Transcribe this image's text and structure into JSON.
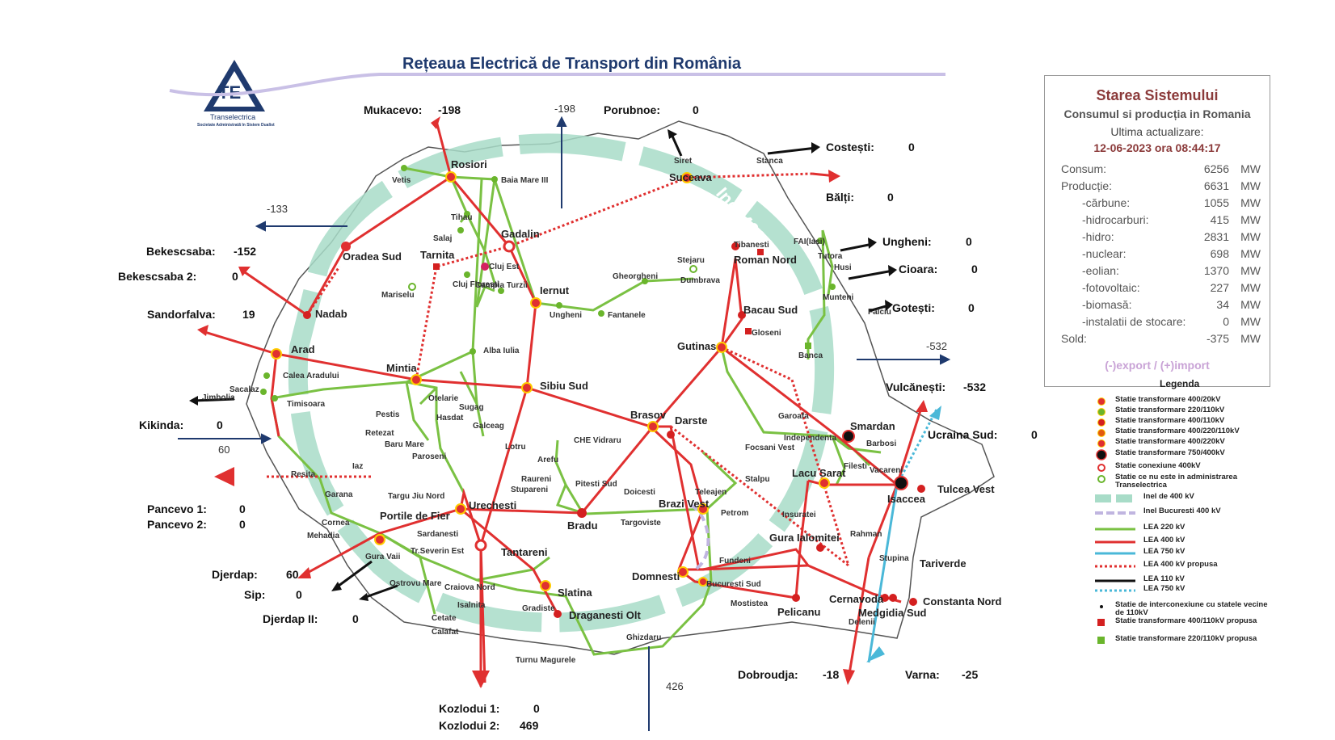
{
  "title": "Rețeaua Electrică de Transport din România",
  "logo": {
    "name": "Transelectrica",
    "subtitle": "Societate Administrată în Sistem Dualist"
  },
  "status": {
    "heading": "Starea Sistemului",
    "subheading": "Consumul si producția in Romania",
    "updated_label": "Ultima actualizare:",
    "updated_value": "12-06-2023 ora 08:44:17",
    "rows": [
      {
        "label": "Consum:",
        "value": "6256",
        "unit": "MW",
        "indent": false
      },
      {
        "label": "Producție:",
        "value": "6631",
        "unit": "MW",
        "indent": false
      },
      {
        "label": "-cărbune:",
        "value": "1055",
        "unit": "MW",
        "indent": true
      },
      {
        "label": "-hidrocarburi:",
        "value": "415",
        "unit": "MW",
        "indent": true
      },
      {
        "label": "-hidro:",
        "value": "2831",
        "unit": "MW",
        "indent": true
      },
      {
        "label": "-nuclear:",
        "value": "698",
        "unit": "MW",
        "indent": true
      },
      {
        "label": "-eolian:",
        "value": "1370",
        "unit": "MW",
        "indent": true
      },
      {
        "label": "-fotovoltaic:",
        "value": "227",
        "unit": "MW",
        "indent": true
      },
      {
        "label": "-biomasă:",
        "value": "34",
        "unit": "MW",
        "indent": true
      },
      {
        "label": "-instalatii de stocare:",
        "value": "0",
        "unit": "MW",
        "indent": true
      },
      {
        "label": "Sold:",
        "value": "-375",
        "unit": "MW",
        "indent": false
      }
    ],
    "footnote": "(-)export / (+)import"
  },
  "legend": {
    "title": "Legenda",
    "items": [
      {
        "label": "Statie transformare 400/20kV",
        "sym": "dot",
        "color": "#e03030"
      },
      {
        "label": "Statie transformare 220/110kV",
        "sym": "dot",
        "color": "#6ab52c"
      },
      {
        "label": "Statie transformare 400/110kV",
        "sym": "dot",
        "color": "#d42020"
      },
      {
        "label": "Statie transformare 400/220/110kV",
        "sym": "dot",
        "color": "#e25a10"
      },
      {
        "label": "Statie transformare 400/220kV",
        "sym": "dot",
        "color": "#e03030"
      },
      {
        "label": "Statie transformare 750/400kV",
        "sym": "bigdot",
        "color": "#111"
      },
      {
        "label": "Statie conexiune 400kV",
        "sym": "ring",
        "color": "#e03030"
      },
      {
        "label": "Statie ce nu este in administrarea Transelectrica",
        "sym": "ring",
        "color": "#6ab52c"
      },
      {
        "label": "Inel de 400 kV",
        "sym": "band",
        "color": "#a8dcc8"
      },
      {
        "label": "Inel Bucuresti 400 kV",
        "sym": "dash",
        "color": "#c0b5e0"
      },
      {
        "label": "LEA 220 kV",
        "sym": "line",
        "color": "#7ac143"
      },
      {
        "label": "LEA 400 kV",
        "sym": "line",
        "color": "#e03030"
      },
      {
        "label": "LEA 750 kV",
        "sym": "line",
        "color": "#4ab8d8"
      },
      {
        "label": "LEA 400 kV propusa",
        "sym": "dots",
        "color": "#e03030"
      },
      {
        "label": "LEA 110 kV",
        "sym": "line",
        "color": "#111"
      },
      {
        "label": "LEA 750 kV",
        "sym": "dots",
        "color": "#4ab8d8"
      },
      {
        "label": "Statie de interconexiune cu statele vecine de 110kV",
        "sym": "smalldot",
        "color": "#111"
      },
      {
        "label": "Statie transformare 400/110kV propusa",
        "sym": "square",
        "color": "#d42020"
      },
      {
        "label": "Statie transformare 220/110kV propusa",
        "sym": "square",
        "color": "#6ab52c"
      }
    ]
  },
  "flows": [
    {
      "id": "mukacevo",
      "label": "Mukacevo:",
      "value": "-198"
    },
    {
      "id": "porubnoe",
      "label": "Porubnoe:",
      "value": "0"
    },
    {
      "id": "costesti",
      "label": "Costești:",
      "value": "0"
    },
    {
      "id": "balti",
      "label": "Bălți:",
      "value": "0"
    },
    {
      "id": "ungheni",
      "label": "Ungheni:",
      "value": "0"
    },
    {
      "id": "cioara",
      "label": "Cioara:",
      "value": "0"
    },
    {
      "id": "gotesti",
      "label": "Gotești:",
      "value": "0"
    },
    {
      "id": "vulcanesti",
      "label": "Vulcănești:",
      "value": "-532"
    },
    {
      "id": "ucraina",
      "label": "Ucraina Sud:",
      "value": "0"
    },
    {
      "id": "bekescsaba",
      "label": "Bekescsaba:",
      "value": "-152"
    },
    {
      "id": "bekescsaba2",
      "label": "Bekescsaba 2:",
      "value": "0"
    },
    {
      "id": "sandorfalva",
      "label": "Sandorfalva:",
      "value": "19"
    },
    {
      "id": "kikinda",
      "label": "Kikinda:",
      "value": "0"
    },
    {
      "id": "pancevo1",
      "label": "Pancevo 1:",
      "value": "0"
    },
    {
      "id": "pancevo2",
      "label": "Pancevo 2:",
      "value": "0"
    },
    {
      "id": "djerdap",
      "label": "Djerdap:",
      "value": "60"
    },
    {
      "id": "sip",
      "label": "Sip:",
      "value": "0"
    },
    {
      "id": "djerdap2",
      "label": "Djerdap II:",
      "value": "0"
    },
    {
      "id": "kozlodui1",
      "label": "Kozlodui 1:",
      "value": "0"
    },
    {
      "id": "kozlodui2",
      "label": "Kozlodui 2:",
      "value": "469"
    },
    {
      "id": "dobroudja",
      "label": "Dobroudja:",
      "value": "-18"
    },
    {
      "id": "varna",
      "label": "Varna:",
      "value": "-25"
    }
  ],
  "border_totals": {
    "north": "-198",
    "northwest": "-133",
    "east": "-532",
    "west": "60",
    "south": "426"
  },
  "ring_label": "Inel 400 kV",
  "stations": {
    "rosiori": "Rosiori",
    "vetis": "Vetis",
    "baia_mare": "Baia Mare III",
    "tihau": "Tihau",
    "salaj": "Salaj",
    "gadalin": "Gadalin",
    "tarnita": "Tarnita",
    "cluj_est": "Cluj Est",
    "cluj_floresti": "Cluj Floresti",
    "campia_turzii": "Campia Turzii",
    "iernut": "Iernut",
    "mariselu": "Mariselu",
    "ungheni_st": "Ungheni",
    "fantanele": "Fantanele",
    "gheorgheni": "Gheorgheni",
    "stejaru": "Stejaru",
    "dumbrava": "Dumbrava",
    "suceava": "Suceava",
    "siret": "Siret",
    "stanca": "Stanca",
    "tibanesti": "Tibanesti",
    "roman_nord": "Roman Nord",
    "fai": "FAI(Iasi)",
    "tutora": "Tutora",
    "husi": "Husi",
    "munteni": "Munteni",
    "falciu": "Falciu",
    "bacau_sud": "Bacau Sud",
    "gloseni": "Gloseni",
    "gutinas": "Gutinas",
    "banca": "Banca",
    "oradea_sud": "Oradea Sud",
    "nadab": "Nadab",
    "arad": "Arad",
    "calea_aradului": "Calea Aradului",
    "sacalaz": "Sacalaz",
    "jimbolia": "Jimbolia",
    "timisoara": "Timisoara",
    "mintia": "Mintia",
    "alba_iulia": "Alba Iulia",
    "sibiu_sud": "Sibiu Sud",
    "otelarie": "Otelarie",
    "sugag": "Sugag",
    "pestis": "Pestis",
    "hasdat": "Hasdat",
    "galceag": "Galceag",
    "retezat": "Retezat",
    "baru_mare": "Baru Mare",
    "paroseni": "Paroseni",
    "lotru": "Lotru",
    "brasov": "Brasov",
    "darste": "Darste",
    "garoafa": "Garoafa",
    "smardan": "Smardan",
    "independenta": "Independenta",
    "focsani_vest": "Focsani Vest",
    "barbosi": "Barbosi",
    "filesti": "Filesti",
    "vacareni": "Vacareni",
    "isaccea": "Isaccea",
    "tulcea_vest": "Tulcea Vest",
    "lacu_sarat": "Lacu Sarat",
    "insuratei": "Insuratei",
    "resita": "Resita",
    "iaz": "Iaz",
    "garana": "Garana",
    "cornea": "Cornea",
    "mehadia": "Mehadia",
    "portile_fier": "Portile de Fier",
    "gura_vaii": "Gura Vaii",
    "tr_severin": "Tr.Severin Est",
    "sardanesti": "Sardanesti",
    "targu_jiu": "Targu Jiu Nord",
    "urechesti": "Urechesti",
    "che_vidraru": "CHE Vidraru",
    "arefu": "Arefu",
    "raureni": "Raureni",
    "stupareni": "Stupareni",
    "pitesti_sud": "Pitesti Sud",
    "bradu": "Bradu",
    "doicesti": "Doicesti",
    "targoviste": "Targoviste",
    "brazi_vest": "Brazi Vest",
    "teleajen": "Teleajen",
    "stalpu": "Stalpu",
    "petrom": "Petrom",
    "tantareni": "Tantareni",
    "ostrovu_mare": "Ostrovu Mare",
    "cetate": "Cetate",
    "calafat": "Calafat",
    "craiova_nord": "Craiova Nord",
    "isalnita": "Isalnita",
    "gradiste": "Gradiste",
    "slatina": "Slatina",
    "draganesti": "Draganesti Olt",
    "domnesti": "Domnesti",
    "fundeni": "Fundeni",
    "bucuresti_sud": "Bucuresti Sud",
    "mostistea": "Mostistea",
    "gura_ialomitei": "Gura Ialomitei",
    "rahman": "Rahman",
    "stupina": "Stupina",
    "tariverde": "Tariverde",
    "cernavoda": "Cernavoda",
    "pelicanu": "Pelicanu",
    "medgidia": "Medgidia Sud",
    "constanta": "Constanta Nord",
    "delenii": "Delenii",
    "ghizdaru": "Ghizdaru",
    "turnu_magurele": "Turnu Magurele"
  }
}
